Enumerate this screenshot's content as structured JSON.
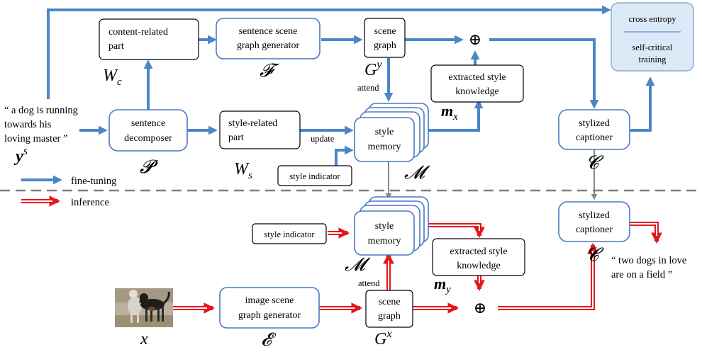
{
  "boxes": {
    "content_part": [
      "content-related",
      "part"
    ],
    "sentence_sg_gen": [
      "sentence scene",
      "graph generator"
    ],
    "scene_graph_top": [
      "scene",
      "graph"
    ],
    "cross_entropy": "cross entropy",
    "self_critical": [
      "self-critical",
      "training"
    ],
    "extracted_top": [
      "extracted style",
      "knowledge"
    ],
    "sentence_decomposer": [
      "sentence",
      "decomposer"
    ],
    "style_part": [
      "style-related",
      "part"
    ],
    "style_memory_top": [
      "style",
      "memory"
    ],
    "style_indicator_top": "style indicator",
    "stylized_captioner_top": [
      "stylized",
      "captioner"
    ],
    "style_indicator_bottom": "style indicator",
    "style_memory_bottom": [
      "style",
      "memory"
    ],
    "extracted_bottom": [
      "extracted style",
      "knowledge"
    ],
    "stylized_captioner_bottom": [
      "stylized",
      "captioner"
    ],
    "image_sg_gen": [
      "image scene",
      "graph generator"
    ],
    "scene_graph_bottom": [
      "scene",
      "graph"
    ]
  },
  "labels": {
    "attend_top": "attend",
    "attend_bottom": "attend",
    "update": "update",
    "input_sentence": [
      "“ a dog is running",
      "towards his",
      "loving master ”"
    ],
    "output_sentence": [
      "“ two dogs in love",
      "are on a field ”"
    ],
    "legend_finetune": "fine-tuning",
    "legend_inference": "inference",
    "oplus": "⊕"
  },
  "math": {
    "Wc_main": "W",
    "Wc_sub": "c",
    "Ws_main": "W",
    "Ws_sub": "s",
    "Gy_main": "G",
    "Gy_sup": "y",
    "Gx_main": "G",
    "Gx_sup": "x",
    "ys_main": "y",
    "ys_sup": "s",
    "mx_main": "m",
    "mx_sub": "x",
    "my_main": "m",
    "my_sub": "y",
    "F": "𝓕",
    "P": "𝓟",
    "M": "𝓜",
    "C": "𝓒",
    "E": "𝓔",
    "x": "x"
  },
  "colors": {
    "finetune": "#4a86c8",
    "inference": "#e8151b",
    "box_border": "#4a78c0",
    "loss_fill": "#dbe8f6",
    "divider": "#808080"
  }
}
